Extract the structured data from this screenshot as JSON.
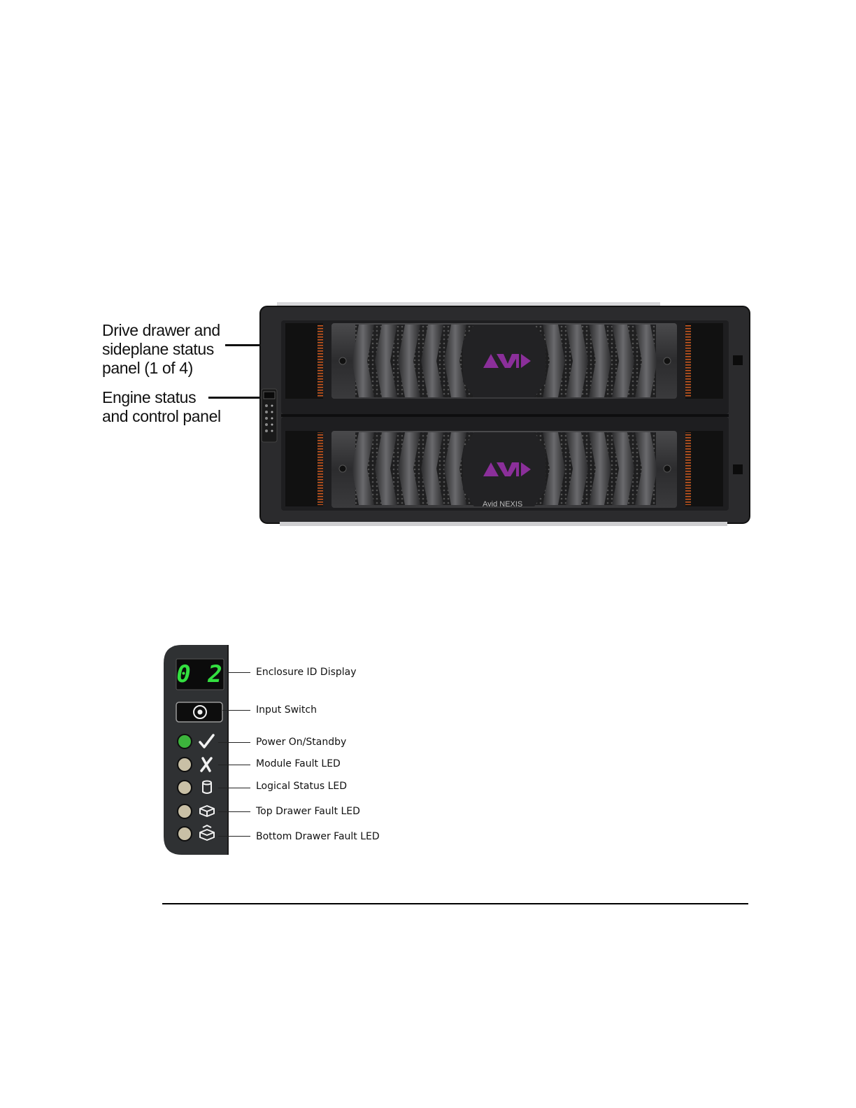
{
  "figure1": {
    "callouts": {
      "drawer_panel": [
        "Drive drawer and",
        "sideplane status",
        "panel (1 of 4)"
      ],
      "engine_panel": [
        "Engine status",
        "and control panel"
      ]
    },
    "chassis": {
      "logo_text": "AVID",
      "model_label": "Avid NEXIS"
    }
  },
  "figure2": {
    "enclosure_id_value": "0 2",
    "labels": {
      "enclosure_id": "Enclosure ID Display",
      "input_switch": "Input Switch",
      "power": "Power On/Standby",
      "module_fault": "Module Fault LED",
      "logical_status": "Logical Status LED",
      "top_drawer_fault": "Top Drawer Fault LED",
      "bottom_drawer_fault": "Bottom Drawer Fault LED"
    },
    "icons": [
      "check-icon",
      "x-icon",
      "cylinder-icon",
      "top-drawer-icon",
      "bottom-drawer-icon"
    ],
    "led_colors": {
      "power_on": "#3cb43c",
      "off": "#c9c0a6",
      "display_digits": "#33e040"
    }
  }
}
